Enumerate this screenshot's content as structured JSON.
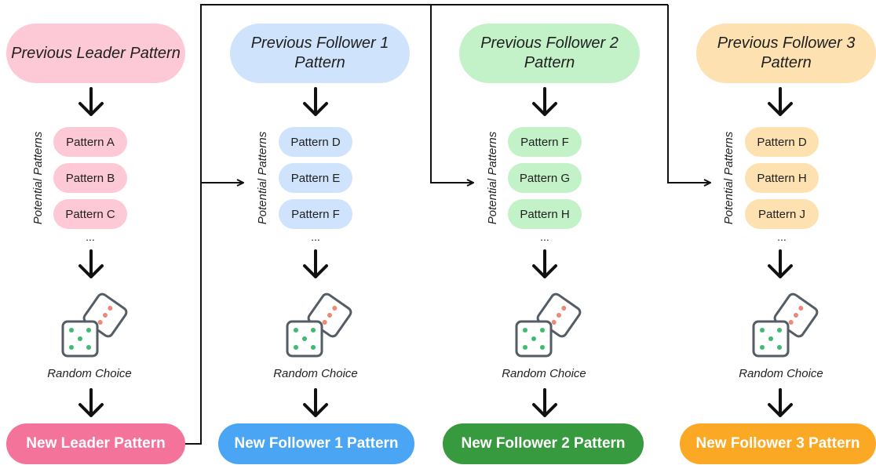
{
  "columns": [
    {
      "head": "Previous Leader Pattern",
      "head_color": "#fdc9d7",
      "potential_label": "Potential Patterns",
      "patterns": [
        "Pattern A",
        "Pattern B",
        "Pattern C"
      ],
      "ellipsis": "...",
      "random_label": "Random Choice",
      "output": "New Leader Pattern",
      "output_color": "#f4739b"
    },
    {
      "head": "Previous Follower 1 Pattern",
      "head_color": "#cfe4fc",
      "potential_label": "Potential Patterns",
      "patterns": [
        "Pattern D",
        "Pattern E",
        "Pattern F"
      ],
      "ellipsis": "...",
      "random_label": "Random Choice",
      "output": "New Follower 1 Pattern",
      "output_color": "#4aa5f5"
    },
    {
      "head": "Previous Follower 2 Pattern",
      "head_color": "#c3f2c8",
      "potential_label": "Potential Patterns",
      "patterns": [
        "Pattern F",
        "Pattern G",
        "Pattern H"
      ],
      "ellipsis": "...",
      "random_label": "Random Choice",
      "output": "New Follower 2 Pattern",
      "output_color": "#389a3e"
    },
    {
      "head": "Previous Follower 3 Pattern",
      "head_color": "#fde1b0",
      "potential_label": "Potential Patterns",
      "patterns": [
        "Pattern D",
        "Pattern H",
        "Pattern J"
      ],
      "ellipsis": "...",
      "random_label": "Random Choice",
      "output": "New Follower 3 Pattern",
      "output_color": "#fba824"
    }
  ],
  "dice_colors": {
    "outline": "#545c66",
    "front_pips": "#3dbb6e",
    "back_pips": "#ec8a76"
  }
}
